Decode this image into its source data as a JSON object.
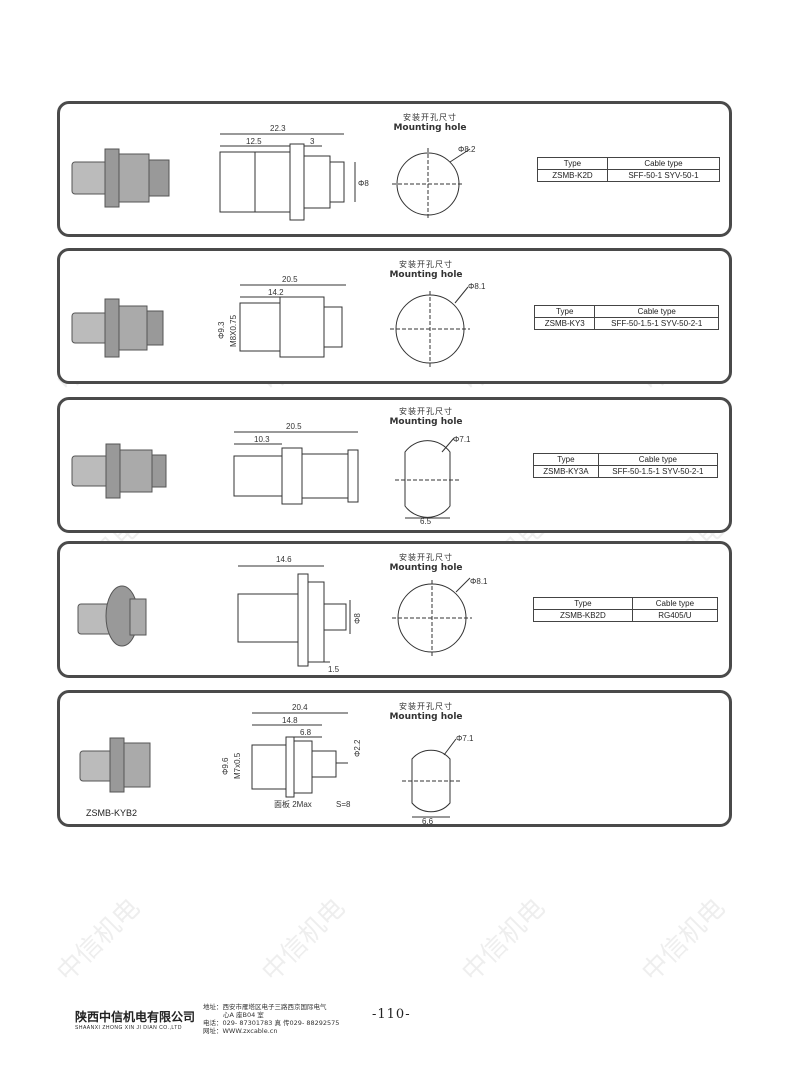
{
  "mounting_hole": {
    "zh": "安装开孔尺寸",
    "en": "Mounting hole"
  },
  "table_headers": {
    "type": "Type",
    "cable": "Cable type"
  },
  "panels": [
    {
      "model": "ZSMB-K2D",
      "cable": "SFF-50-1  SYV-50-1",
      "dims": {
        "overall": "22.3",
        "body": "12.5",
        "gap": "3",
        "dia": "Φ8",
        "hole": "Φ8.2"
      }
    },
    {
      "model": "ZSMB-KY3",
      "cable": "SFF-50-1.5-1    SYV-50-2-1",
      "dims": {
        "overall": "20.5",
        "body": "14.2",
        "dia": "Φ9.3",
        "thread": "M8X0.75",
        "hole": "Φ8.1"
      }
    },
    {
      "model": "ZSMB-KY3A",
      "cable": "SFF-50-1.5-1    SYV-50-2-1",
      "dims": {
        "overall": "20.5",
        "body": "10.3",
        "hole": "Φ7.1",
        "flat": "6.5"
      }
    },
    {
      "model": "ZSMB-KB2D",
      "cable": "RG405/U",
      "dims": {
        "overall": "14.6",
        "dia": "Φ8",
        "thick": "1.5",
        "hole": "Φ8.1"
      }
    },
    {
      "model": "ZSMB-KYB2",
      "dims": {
        "overall": "20.4",
        "mid": "14.8",
        "small": "6.8",
        "dia": "Φ9.6",
        "thread": "M7x0.5",
        "pin": "Φ2.2",
        "panel": "面板 2Max",
        "s": "S=8",
        "hole": "Φ7.1",
        "flat": "6.6"
      }
    }
  ],
  "watermark": "中信机电",
  "footer": {
    "company_zh": "陕西中信机电有限公司",
    "company_en": "SHAANXI ZHONG XIN JI DIAN CO.,LTD",
    "address": "地址：西安市雁塔区电子三路西京国际电气",
    "address2": "心A 座B04 室",
    "phone": "电话：029- 87301783     真 传029- 88292575",
    "web": "网址：WWW.zxcable.cn",
    "page": "-110-"
  }
}
